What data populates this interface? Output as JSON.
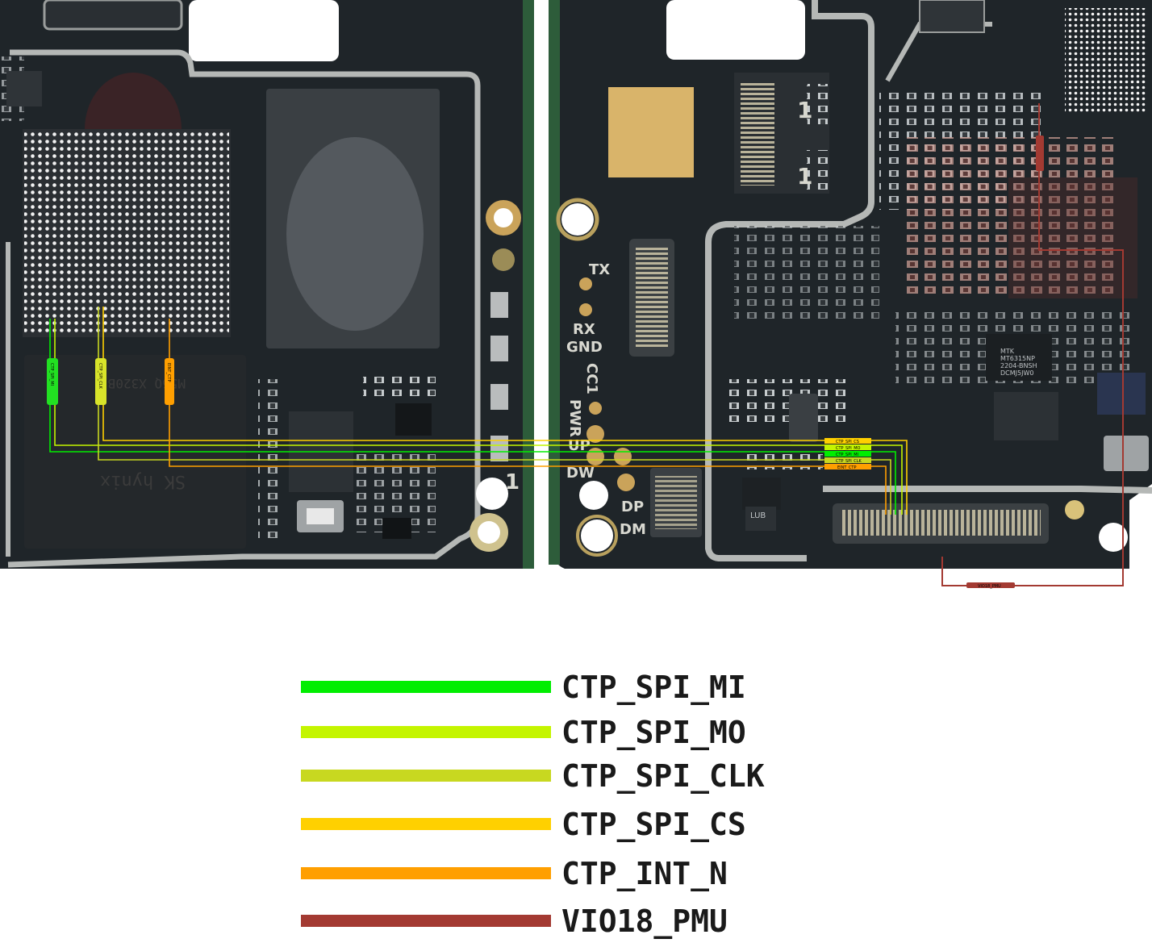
{
  "board": {
    "left_chip_marking": [
      "M56Q X320B",
      "SK hynix"
    ],
    "pmic_marking": [
      "MTK",
      "MT6315NP",
      "2204-BNSH",
      "DCMJ5JW0"
    ],
    "small_ic_marking": "LUB",
    "connector_labels": [
      "TX",
      "RX",
      "GND",
      "CC1",
      "PWR",
      "UP",
      "DW",
      "DP",
      "DM"
    ],
    "pin_one_marks": [
      "1",
      "1",
      "1"
    ],
    "left_probe_labels": [
      "CTP_SPI_MI",
      "CTP_SPI_CLK",
      "EINT_CTP"
    ],
    "right_pad_labels": [
      "CTP_SPI_CS",
      "CTP_SPI_MO",
      "CTP_SPI_MI",
      "CTP_SPI_CLK",
      "EINT_CTP"
    ],
    "vio_label": "VIO18_PMU"
  },
  "legend": [
    {
      "label": "CTP_SPI_MI",
      "color": "#00ee00"
    },
    {
      "label": "CTP_SPI_MO",
      "color": "#c4f500"
    },
    {
      "label": "CTP_SPI_CLK",
      "color": "#c8d820"
    },
    {
      "label": "CTP_SPI_CS",
      "color": "#ffd000"
    },
    {
      "label": "CTP_INT_N",
      "color": "#ff9f00"
    },
    {
      "label": "VIO18_PMU",
      "color": "#a33a32"
    }
  ],
  "colors": {
    "pcb": "#20262a",
    "pcb_dark": "#161a1d",
    "shield_silver": "#b5b8b6",
    "gold_pad": "#d9b46a"
  }
}
